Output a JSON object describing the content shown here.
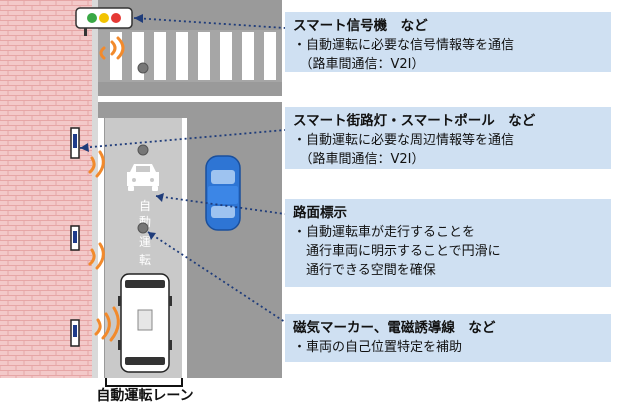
{
  "boxes": [
    {
      "title": "スマート信号機　など",
      "lines": [
        "・自動運転に必要な信号情報等を通信",
        "　（路車間通信：V2I）"
      ]
    },
    {
      "title": "スマート街路灯・スマートポール　など",
      "lines": [
        "・自動運転に必要な周辺情報等を通信",
        "　（路車間通信：V2I）"
      ]
    },
    {
      "title": "路面標示",
      "lines": [
        "・自動運転車が走行することを",
        "　通行車両に明示することで円滑に",
        "　通行できる空間を確保"
      ]
    },
    {
      "title": "磁気マーカー、電磁誘導線　など",
      "lines": [
        "・車両の自己位置特定を補助"
      ]
    }
  ],
  "road_marking": {
    "chars": [
      "自",
      "動",
      "運",
      "転"
    ]
  },
  "lane_caption": "自動運転レーン",
  "colors": {
    "box_bg": "#cfe0f2",
    "brick": "#f2c6c6",
    "road": "#9a9a9a",
    "lane": "#c9c9c9",
    "signal_wave": "#f28a2c",
    "car_blue": "#2e75d4"
  }
}
